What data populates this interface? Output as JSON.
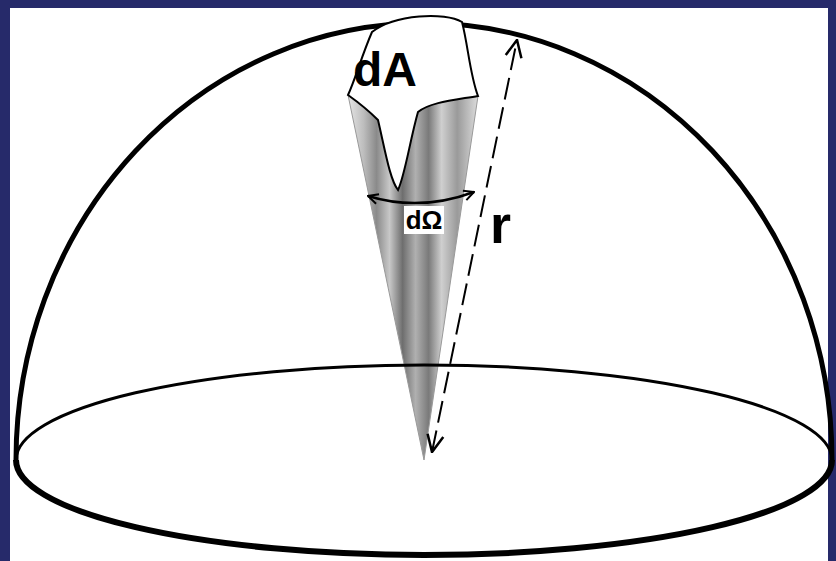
{
  "diagram": {
    "nodes": [
      {
        "text": [
          "dA"
        ]
      }
    ],
    "labels": [
      "dΩ",
      "r"
    ]
  }
}
